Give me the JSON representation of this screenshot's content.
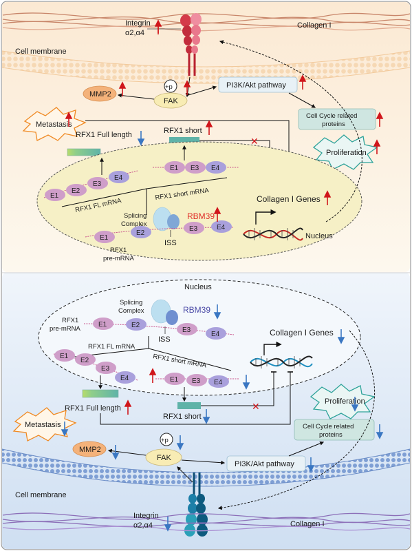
{
  "top": {
    "integrin": "Integrin",
    "integrin_sub": "α2,α4",
    "collagen": "Collagen I",
    "cell_membrane": "Cell membrane",
    "phospho": "+p",
    "fak": "FAK",
    "mmp2": "MMP2",
    "pi3k": "PI3K/Akt pathway",
    "cell_cycle_1": "Cell Cycle related",
    "cell_cycle_2": "proteins",
    "metastasis": "Metastasis",
    "proliferation": "Proliferation",
    "rfx1_full": "RFX1 Full length",
    "rfx1_short": "RFX1 short",
    "exons": [
      "E1",
      "E2",
      "E3",
      "E4"
    ],
    "exons_short": [
      "E1",
      "E3",
      "E4"
    ],
    "exons_pre": [
      "E1",
      "E2",
      "E3",
      "E4"
    ],
    "fl_mrna": "RFX1 FL mRNA",
    "short_mrna": "RFX1 short mRNA",
    "splicing_1": "Splicing",
    "splicing_2": "Complex",
    "rbm39": "RBM39",
    "iss": "ISS",
    "pre_mrna_1": "RFX1",
    "pre_mrna_2": "pre-mRNA",
    "collagen_genes": "Collagen I Genes",
    "nucleus": "Nucleus"
  },
  "bottom": {
    "nucleus": "Nucleus",
    "splicing_1": "Splicing",
    "splicing_2": "Complex",
    "rbm39": "RBM39",
    "iss": "ISS",
    "pre_mrna_1": "RFX1",
    "pre_mrna_2": "pre-mRNA",
    "exons_pre": [
      "E1",
      "E2",
      "E3",
      "E4"
    ],
    "fl_mrna": "RFX1 FL mRNA",
    "short_mrna": "RFX1 short mRNA",
    "exons": [
      "E1",
      "E2",
      "E3",
      "E4"
    ],
    "exons_short": [
      "E1",
      "E3",
      "E4"
    ],
    "collagen_genes": "Collagen I Genes",
    "rfx1_full": "RFX1 Full length",
    "rfx1_short": "RFX1 short",
    "proliferation": "Proliferation",
    "metastasis": "Metastasis",
    "cell_cycle_1": "Cell Cycle related",
    "cell_cycle_2": "proteins",
    "phospho": "+p",
    "fak": "FAK",
    "mmp2": "MMP2",
    "pi3k": "PI3K/Akt pathway",
    "cell_membrane": "Cell membrane",
    "integrin": "Integrin",
    "integrin_sub": "α2,α4",
    "collagen": "Collagen I"
  },
  "colors": {
    "up_arrow": "#d0161b",
    "down_arrow": "#3a77c2",
    "rbm39_top": "#e0312b",
    "rbm39_bottom": "#4a4aa6",
    "nucleus_top": "#f6f0c6",
    "panel_top": "#fdf6ea",
    "panel_bottom": "#e4edf8",
    "collagen_top": "#c8866a",
    "collagen_bottom": "#8c6fb8",
    "exon_pink": "#cf9ec9",
    "exon_purple": "#a9a0dc",
    "rfx1_short_box": "#5fb3a8",
    "fak": "#f8ecb4",
    "mmp2": "#f4b27a",
    "cell_cycle": "#cfe6e1"
  }
}
